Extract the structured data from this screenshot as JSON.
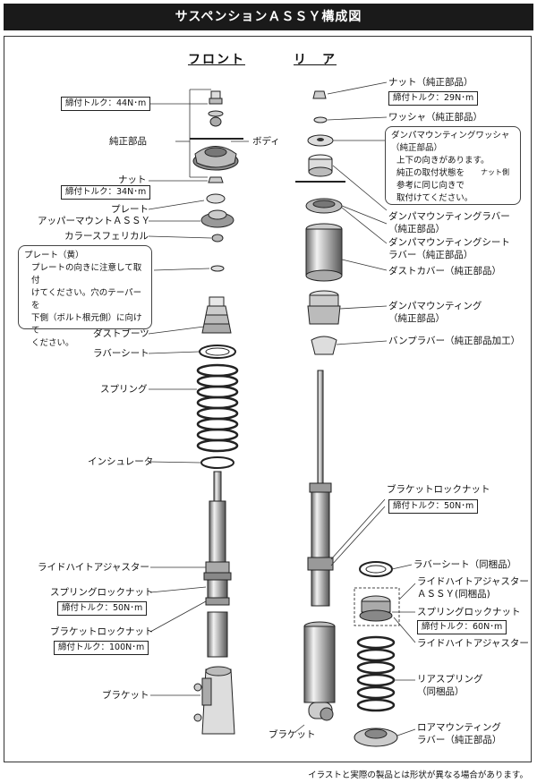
{
  "title": "サスペンションＡＳＳＹ構成図",
  "headers": {
    "front": "フロント",
    "rear": "リ　ア"
  },
  "front_labels": {
    "genuine": "純正部品",
    "body": "ボディ",
    "nut": "ナット",
    "plate": "プレート",
    "upper_mount": "アッパーマウントＡＳＳＹ",
    "collar": "カラースフェリカル",
    "dust_boot": "ダストブーツ",
    "rubber_sheet": "ラバーシート",
    "spring": "スプリング",
    "insulator": "インシュレータ",
    "ride_height": "ライドハイトアジャスター",
    "spring_lock_nut": "スプリングロックナット",
    "bracket_lock_nut": "ブラケットロックナット",
    "bracket": "ブラケット"
  },
  "front_torques": {
    "top": "締付トルク：44N･m",
    "nut": "締付トルク：34N･m",
    "spring_lock": "締付トルク：50N･m",
    "bracket_lock": "締付トルク：100N･m"
  },
  "plate_note": {
    "title": "プレート（黄）",
    "lines": [
      "プレートの向きに注意して取付",
      "けてください。穴のテーパーを",
      "下側（ボルト根元側）に向けて",
      "ください。"
    ]
  },
  "rear_labels": {
    "nut": "ナット（純正部品）",
    "washer": "ワッシャ（純正部品）",
    "mount_rubber": "ダンパマウンティングラバー",
    "mount_rubber_sub": "（純正部品）",
    "mount_seat": "ダンパマウンティングシート",
    "mount_seat_sub": "ラバー（純正部品）",
    "dust_cover": "ダストカバー（純正部品）",
    "damper_mount": "ダンパマウンティング",
    "damper_mount_sub": "（純正部品）",
    "bump": "バンプラバー（純正部品加工）",
    "bracket_lock_nut": "ブラケットロックナット",
    "rubber_sheet": "ラバーシート（同梱品）",
    "ride_height": "ライドハイトアジャスター",
    "ride_height_sub": "ＡＳＳＹ(同梱品)",
    "spring_lock_nut": "スプリングロックナット",
    "ride_height2": "ライドハイトアジャスター",
    "rear_spring": "リアスプリング",
    "rear_spring_sub": "（同梱品）",
    "lower_mount": "ロアマウンティング",
    "lower_mount_sub": "ラバー（純正部品）",
    "bracket": "ブラケット"
  },
  "rear_torques": {
    "nut": "締付トルク：29N･m",
    "bracket_lock": "締付トルク：50N･m",
    "spring_lock": "締付トルク：60N･m"
  },
  "washer_note": {
    "title": "ダンパマウンティングワッシャ",
    "sub": "（純正部品）",
    "lines": [
      "上下の向きがあります。",
      "純正の取付状態を",
      "参考に同じ向きで",
      "取付けてください。"
    ],
    "arrow_label": "ナット側"
  },
  "footer": "イラストと実際の製品とは形状が異なる場合があります。"
}
